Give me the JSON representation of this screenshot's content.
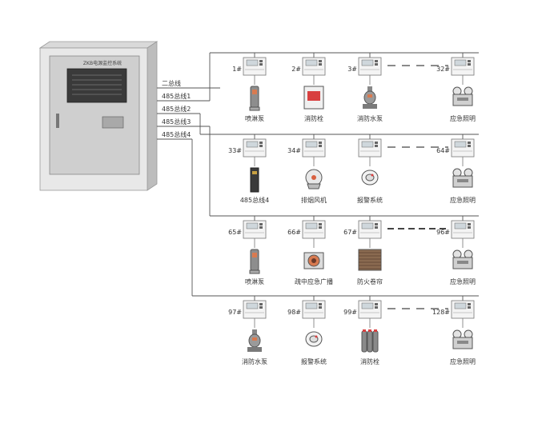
{
  "cabinet": {
    "title": "ZKB电源监控系统"
  },
  "trunks": [
    "二总线",
    "485总线1",
    "485总线2",
    "485总线3",
    "485总线4"
  ],
  "rows": [
    {
      "modules": [
        {
          "id": "1#",
          "device": "喷淋泵",
          "icon": "sprinkler-pump-icon"
        },
        {
          "id": "2#",
          "device": "消防栓",
          "icon": "hydrant-box-icon"
        },
        {
          "id": "3#",
          "device": "消防水泵",
          "icon": "water-pump-icon"
        },
        {
          "id": "32#",
          "device": "应急照明",
          "icon": "emergency-light-icon"
        }
      ]
    },
    {
      "modules": [
        {
          "id": "33#",
          "device": "485总线4",
          "icon": "bus-terminal-icon"
        },
        {
          "id": "34#",
          "device": "排烟风机",
          "icon": "smoke-fan-icon"
        },
        {
          "id": "",
          "device": "报警系统",
          "icon": "alarm-detector-icon"
        },
        {
          "id": "64#",
          "device": "应急照明",
          "icon": "emergency-light-icon"
        }
      ]
    },
    {
      "modules": [
        {
          "id": "65#",
          "device": "喷淋泵",
          "icon": "sprinkler-pump-icon"
        },
        {
          "id": "66#",
          "device": "疏中应急广播",
          "icon": "broadcast-speaker-icon"
        },
        {
          "id": "67#",
          "device": "防火卷帘",
          "icon": "fire-shutter-icon"
        },
        {
          "id": "96#",
          "device": "应急照明",
          "icon": "emergency-light-icon"
        }
      ]
    },
    {
      "modules": [
        {
          "id": "97#",
          "device": "消防水泵",
          "icon": "water-pump-icon"
        },
        {
          "id": "98#",
          "device": "报警系统",
          "icon": "alarm-detector-icon"
        },
        {
          "id": "99#",
          "device": "消防栓",
          "icon": "gas-cylinder-icon"
        },
        {
          "id": "128#",
          "device": "应急照明",
          "icon": "emergency-light-icon"
        }
      ]
    }
  ]
}
